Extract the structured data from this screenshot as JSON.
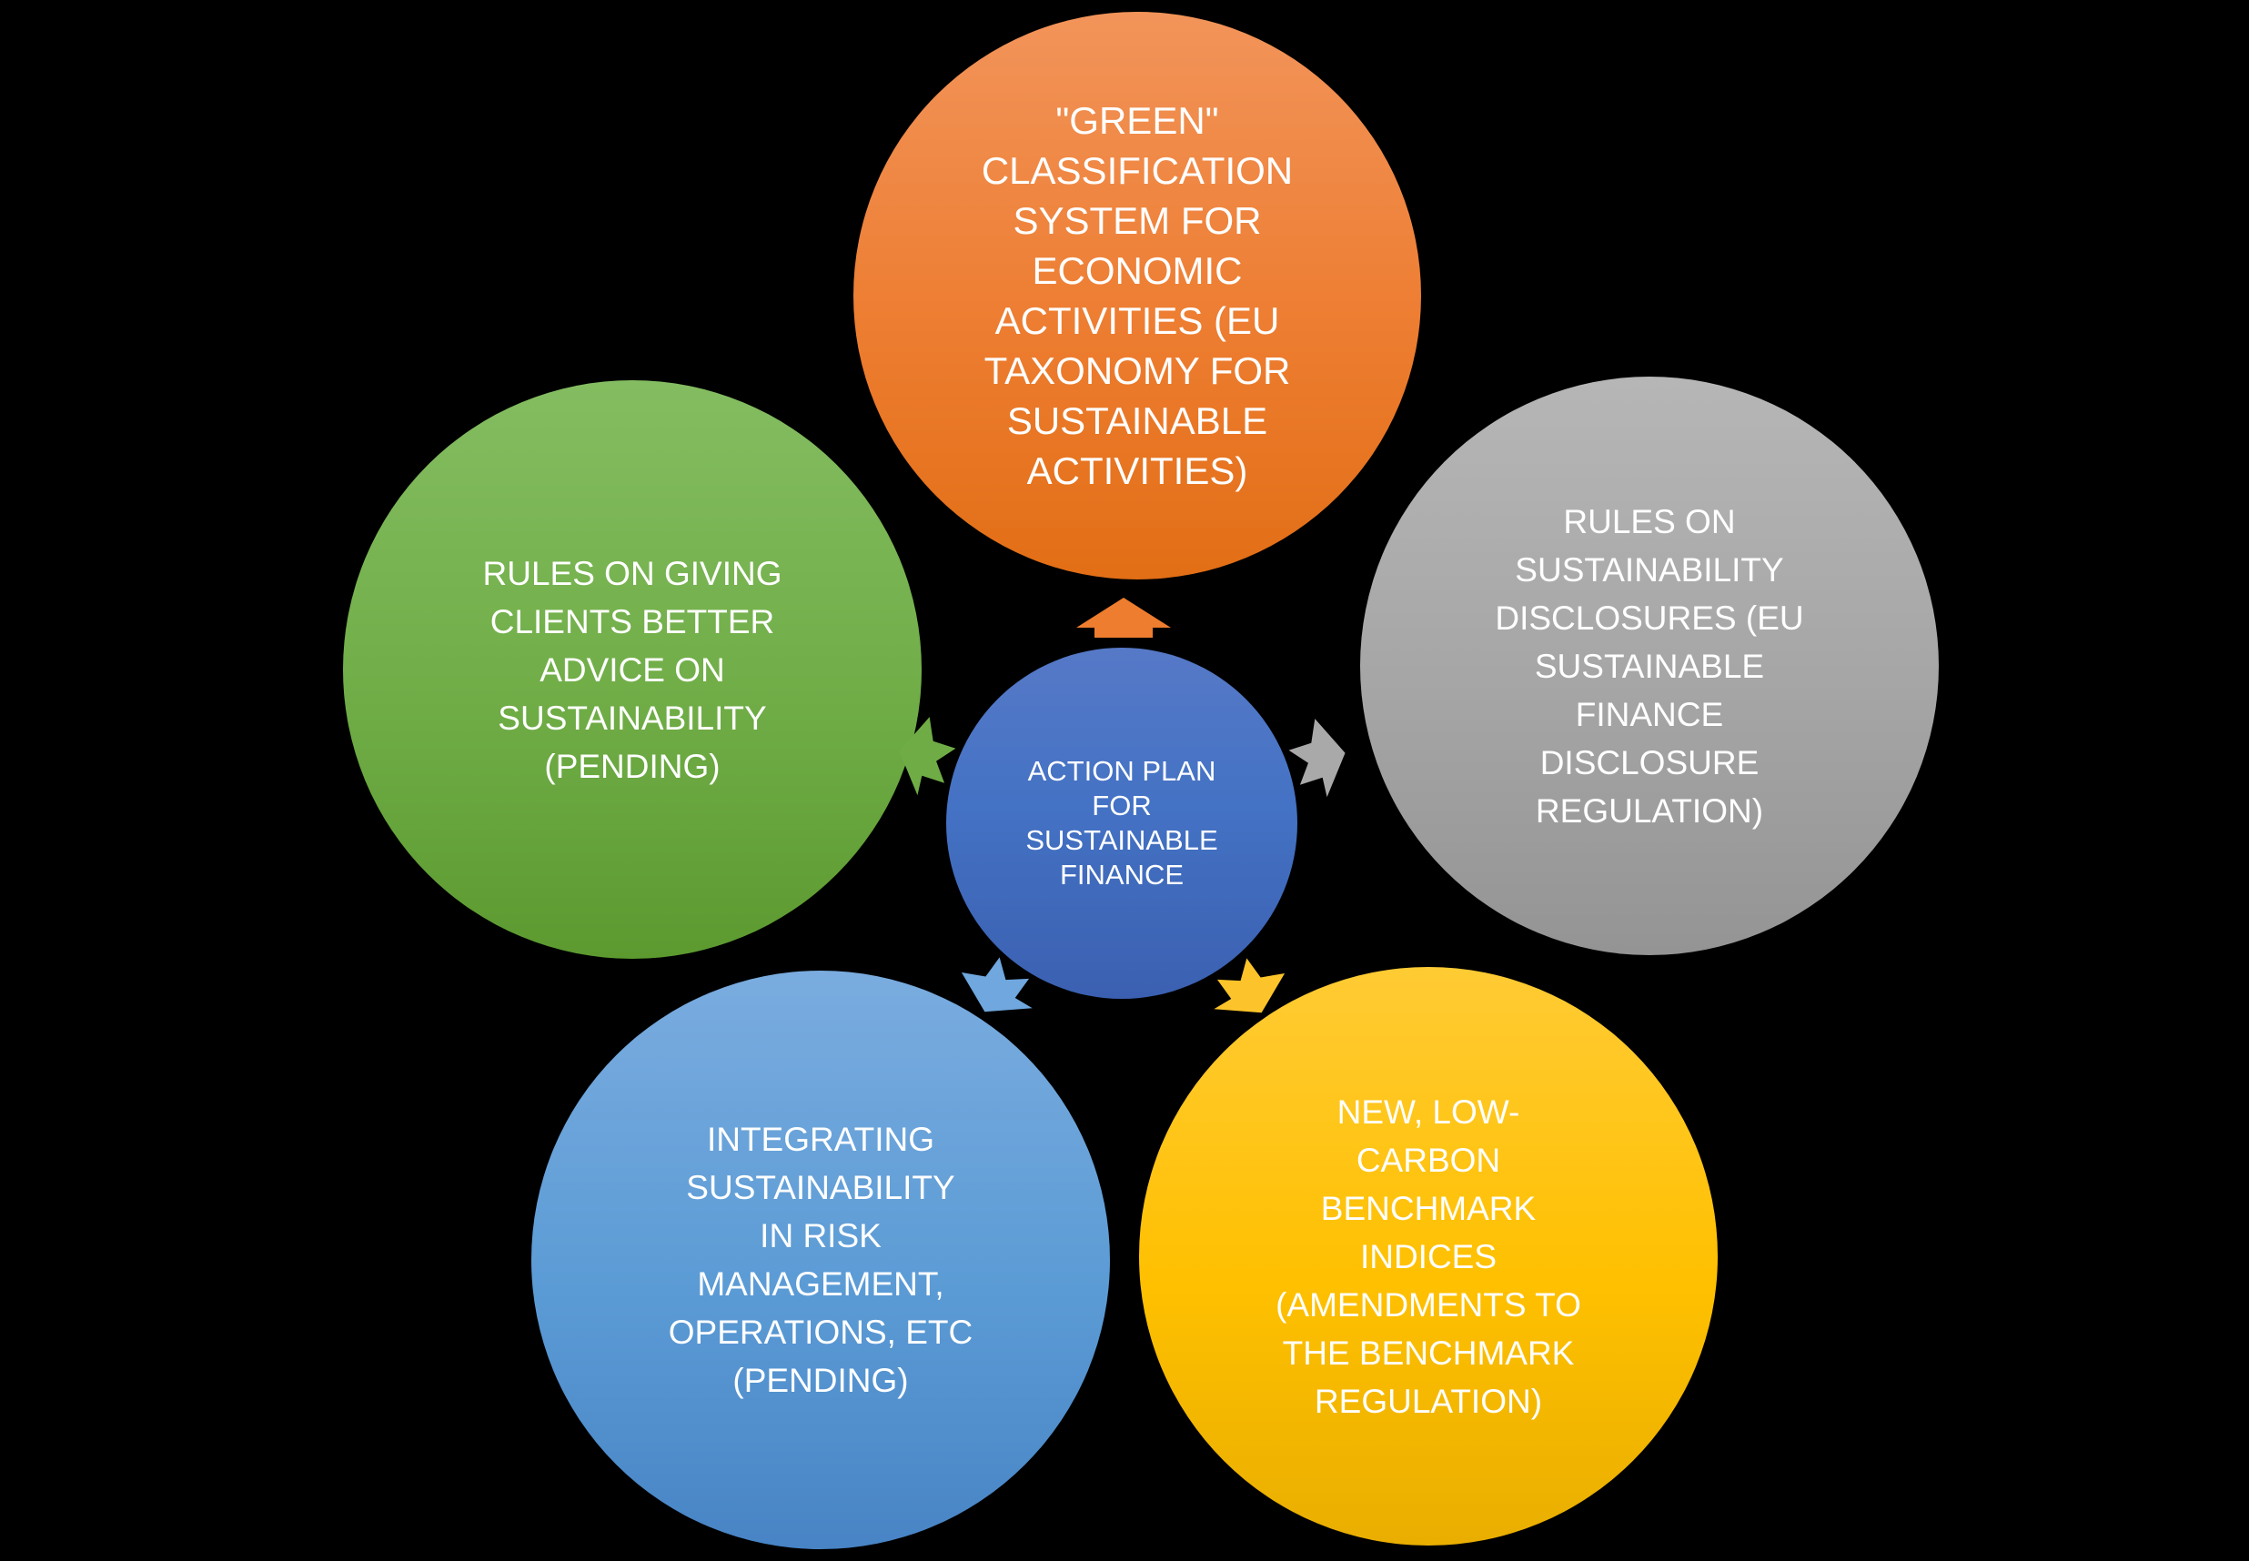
{
  "diagram": {
    "type": "radial-cycle",
    "background_color": "#000000",
    "text_color": "#FFFFFF",
    "center": {
      "id": "hub",
      "label": "ACTION PLAN\nFOR\nSUSTAINABLE\nFINANCE",
      "color": "#4472C4"
    },
    "nodes": [
      {
        "id": "taxonomy",
        "position": "top",
        "label": "\"GREEN\"\nCLASSIFICATION\nSYSTEM FOR\nECONOMIC\nACTIVITIES (EU\nTAXONOMY FOR\nSUSTAINABLE\nACTIVITIES)",
        "color": "#ED7D31",
        "arrow_color": "#EE7D2F"
      },
      {
        "id": "disclosures",
        "position": "upper-right",
        "label": "RULES ON\nSUSTAINABILITY\nDISCLOSURES (EU\nSUSTAINABLE\nFINANCE\nDISCLOSURE\nREGULATION)",
        "color": "#A5A5A5",
        "arrow_color": "#A9A9A9"
      },
      {
        "id": "benchmarks",
        "position": "lower-right",
        "label": "NEW, LOW-\nCARBON\nBENCHMARK\nINDICES\n(AMENDMENTS TO\nTHE BENCHMARK\nREGULATION)",
        "color": "#FFC000",
        "arrow_color": "#FCC42A"
      },
      {
        "id": "risk-integration",
        "position": "lower-left",
        "label": "INTEGRATING\nSUSTAINABILITY\nIN RISK\nMANAGEMENT,\nOPERATIONS, ETC\n(PENDING)",
        "color": "#5B9BD5",
        "arrow_color": "#6FA7DE"
      },
      {
        "id": "client-advice",
        "position": "upper-left",
        "label": "RULES ON GIVING\nCLIENTS BETTER\nADVICE ON\nSUSTAINABILITY\n(PENDING)",
        "color": "#70AD47",
        "arrow_color": "#6FAC46"
      }
    ]
  }
}
